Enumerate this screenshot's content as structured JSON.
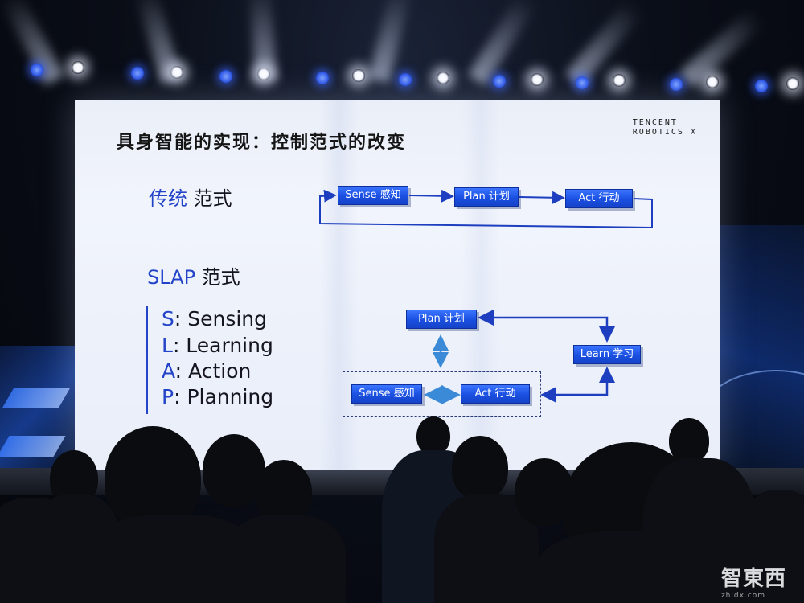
{
  "slide": {
    "title": "具身智能的实现：控制范式的改变",
    "brand_line1": "TENCENT",
    "brand_line2": "ROBOTICS X"
  },
  "traditional": {
    "label_accent": "传统",
    "label_rest": " 范式",
    "nodes": [
      "Sense 感知",
      "Plan 计划",
      "Act 行动"
    ]
  },
  "slap": {
    "label_accent": "SLAP",
    "label_rest": " 范式",
    "acronym": [
      {
        "letter": "S",
        "rest": ": Sensing"
      },
      {
        "letter": "L",
        "rest": ": Learning"
      },
      {
        "letter": "A",
        "rest": ": Action"
      },
      {
        "letter": "P",
        "rest": ": Planning"
      }
    ],
    "nodes": {
      "plan": "Plan 计划",
      "learn": "Learn 学习",
      "sense": "Sense 感知",
      "act": "Act 行动"
    }
  },
  "watermark": {
    "text": "智東西",
    "sub": "zhidx.com"
  },
  "colors": {
    "accent_blue": "#2344c8",
    "node_blue": "#1a4fe0",
    "line_blue": "#1d3fbf"
  }
}
